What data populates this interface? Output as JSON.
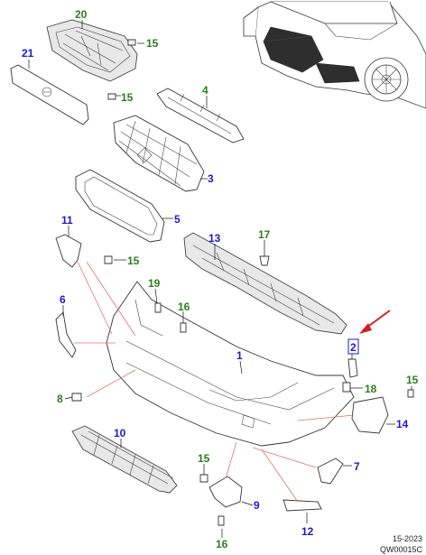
{
  "labels": {
    "n1": "1",
    "n2": "2",
    "n3": "3",
    "n4": "4",
    "n5": "5",
    "n6": "6",
    "n7": "7",
    "n8": "8",
    "n9": "9",
    "n10": "10",
    "n11": "11",
    "n12": "12",
    "n13": "13",
    "n14": "14",
    "n15a": "15",
    "n15b": "15",
    "n15c": "15",
    "n15d": "15",
    "n15e": "15",
    "n16a": "16",
    "n16b": "16",
    "n17": "17",
    "n18": "18",
    "n19": "19",
    "n20": "20",
    "n21": "21"
  },
  "footer": {
    "date": "15-2023",
    "code": "QW00015C"
  },
  "colors": {
    "green_label": "#2e7d1e",
    "blue_label": "#1a1acc",
    "arrow": "#d42020"
  },
  "highlighted_part": "2"
}
